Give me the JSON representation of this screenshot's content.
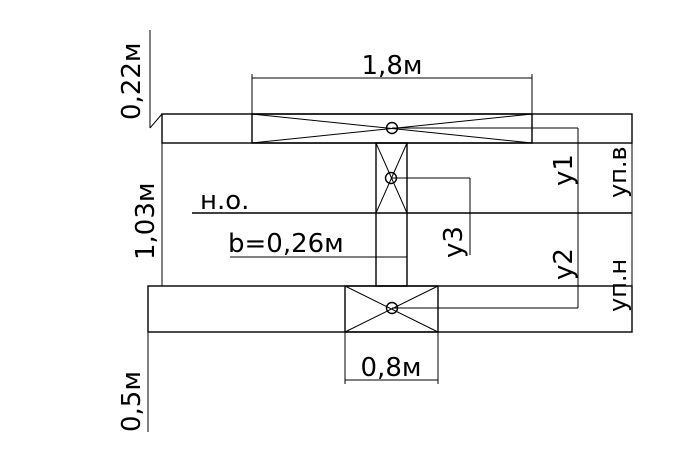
{
  "labels": {
    "top_width": "1,8м",
    "top_thickness": "0,22м",
    "height": "1,03м",
    "neutral_axis": "н.о.",
    "web_width": "b=0,26м",
    "bottom_width": "0,8м",
    "bottom_thickness": "0,5м",
    "y1": "y1",
    "y2": "y2",
    "y3": "y3",
    "y_upper": "уп.в",
    "y_lower": "уп.н"
  }
}
